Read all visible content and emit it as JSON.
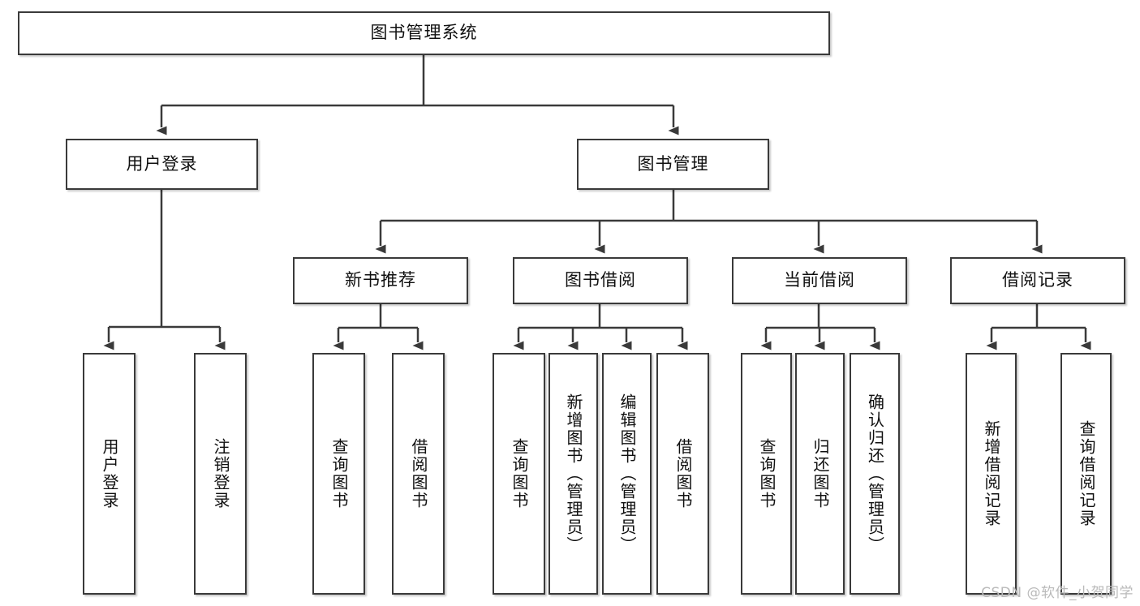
{
  "diagram": {
    "title": "图书管理系统",
    "type": "tree",
    "root": {
      "id": "root",
      "label": "图书管理系统",
      "orientation": "horizontal"
    },
    "level2": [
      {
        "id": "user-login",
        "label": "用户登录",
        "orientation": "horizontal"
      },
      {
        "id": "book-management",
        "label": "图书管理",
        "orientation": "horizontal"
      }
    ],
    "level3": [
      {
        "id": "new-book-recommend",
        "label": "新书推荐",
        "parent": "book-management",
        "orientation": "horizontal"
      },
      {
        "id": "book-borrow",
        "label": "图书借阅",
        "parent": "book-management",
        "orientation": "horizontal"
      },
      {
        "id": "current-borrow",
        "label": "当前借阅",
        "parent": "book-management",
        "orientation": "horizontal"
      },
      {
        "id": "borrow-record",
        "label": "借阅记录",
        "parent": "book-management",
        "orientation": "horizontal"
      }
    ],
    "leaves": [
      {
        "id": "leaf-user-login",
        "label": "用户登录",
        "parent": "user-login",
        "orientation": "vertical"
      },
      {
        "id": "leaf-logout",
        "label": "注销登录",
        "parent": "user-login",
        "orientation": "vertical"
      },
      {
        "id": "leaf-query-book-1",
        "label": "查询图书",
        "parent": "new-book-recommend",
        "orientation": "vertical"
      },
      {
        "id": "leaf-borrow-book-1",
        "label": "借阅图书",
        "parent": "new-book-recommend",
        "orientation": "vertical"
      },
      {
        "id": "leaf-query-book-2",
        "label": "查询图书",
        "parent": "book-borrow",
        "orientation": "vertical"
      },
      {
        "id": "leaf-add-book",
        "label": "新增图书（管理员）",
        "parent": "book-borrow",
        "orientation": "vertical"
      },
      {
        "id": "leaf-edit-book",
        "label": "编辑图书（管理员）",
        "parent": "book-borrow",
        "orientation": "vertical"
      },
      {
        "id": "leaf-borrow-book-2",
        "label": "借阅图书",
        "parent": "book-borrow",
        "orientation": "vertical"
      },
      {
        "id": "leaf-query-book-3",
        "label": "查询图书",
        "parent": "current-borrow",
        "orientation": "vertical"
      },
      {
        "id": "leaf-return-book",
        "label": "归还图书",
        "parent": "current-borrow",
        "orientation": "vertical"
      },
      {
        "id": "leaf-confirm-return",
        "label": "确认归还（管理员）",
        "parent": "current-borrow",
        "orientation": "vertical"
      },
      {
        "id": "leaf-add-record",
        "label": "新增借阅记录",
        "parent": "borrow-record",
        "orientation": "vertical"
      },
      {
        "id": "leaf-query-record",
        "label": "查询借阅记录",
        "parent": "borrow-record",
        "orientation": "vertical"
      }
    ],
    "colors": {
      "stroke": "#3a3a3a",
      "fill": "#ffffff",
      "text": "#101010",
      "watermark": "#b9b9b9"
    }
  },
  "watermark": {
    "text": "CSDN @软件_小贺同学"
  }
}
